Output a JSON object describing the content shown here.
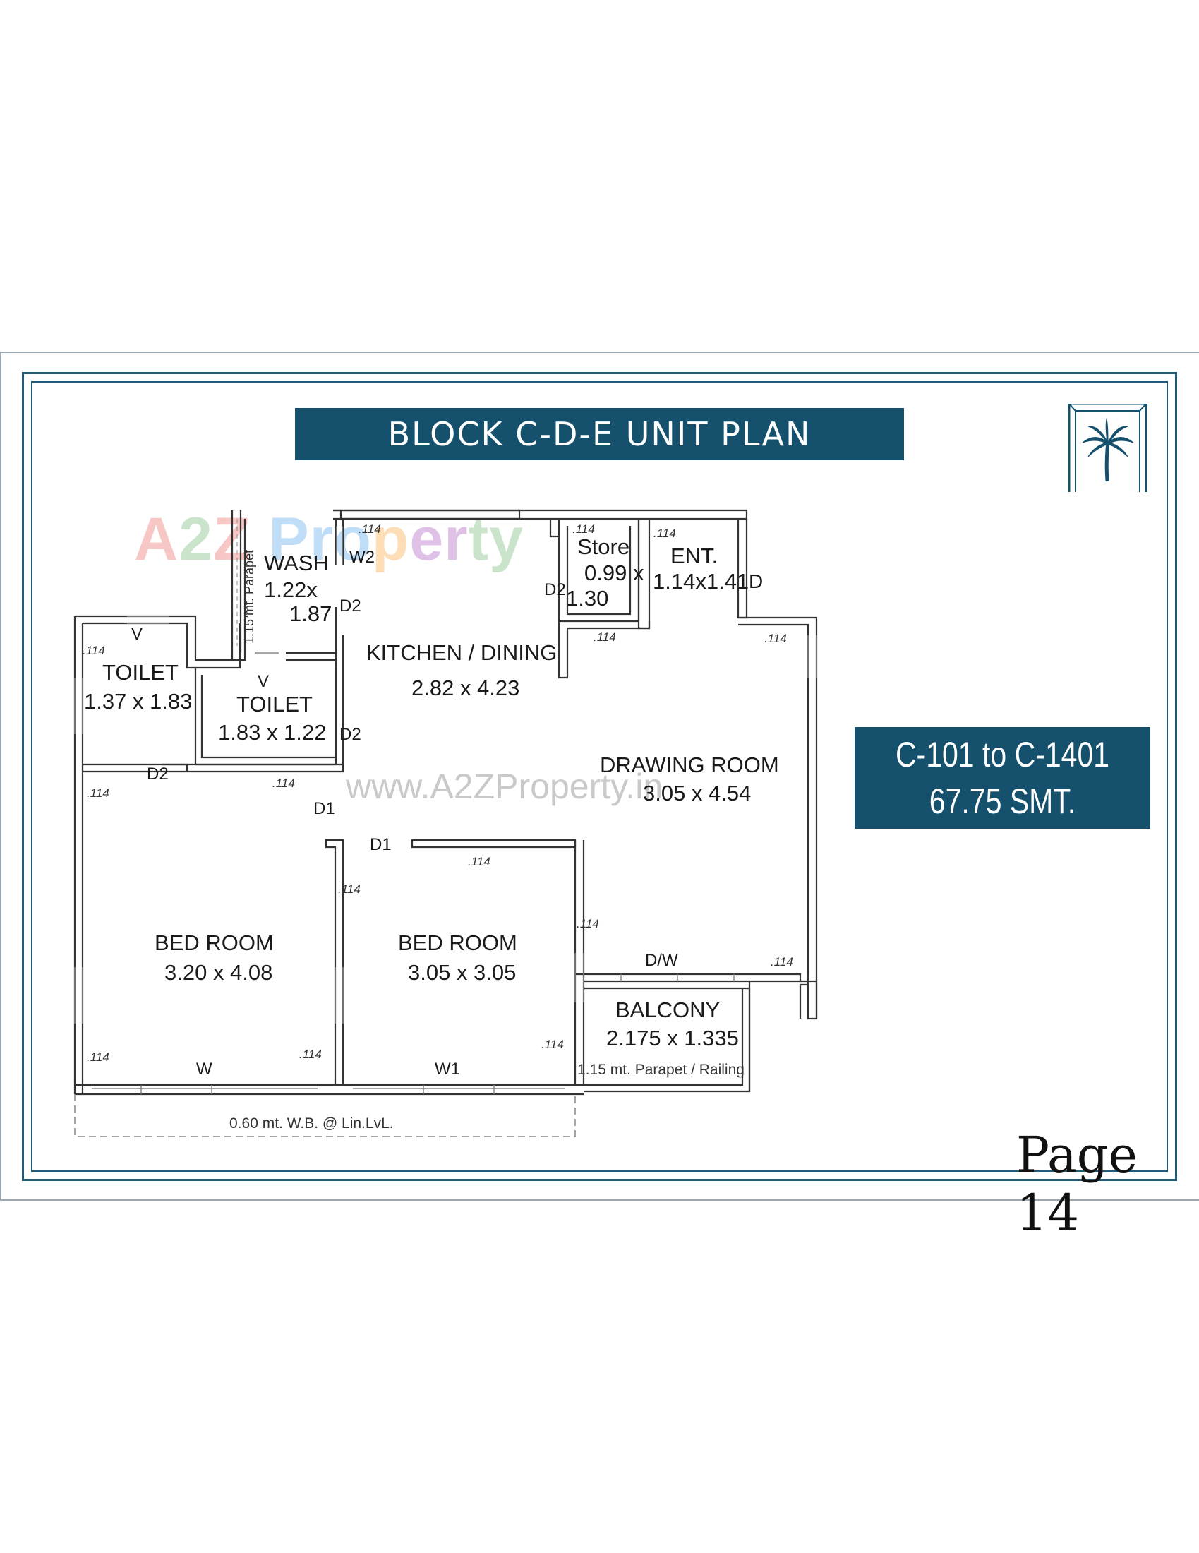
{
  "title": "BLOCK C-D-E UNIT PLAN",
  "unit_info": {
    "range": "C-101 to C-1401",
    "area": "67.75 SMT."
  },
  "page_label": "Page 14",
  "watermark": {
    "logo_text": [
      "A",
      "2",
      "Z",
      " Pro",
      "p",
      "er",
      "ty"
    ],
    "url": "www.A2ZProperty.in"
  },
  "rooms": {
    "wash": {
      "name": "WASH",
      "dim1": "1.22x",
      "dim2": "1.87"
    },
    "store": {
      "name": "Store",
      "dim1": "0.99 x",
      "dim2": "1.30"
    },
    "ent": {
      "name": "ENT.",
      "dim": "1.14x1.41"
    },
    "kitchen": {
      "name": "KITCHEN / DINING",
      "dim": "2.82 x 4.23"
    },
    "toilet1": {
      "name": "TOILET",
      "dim": "1.37 x 1.83"
    },
    "toilet2": {
      "name": "TOILET",
      "dim": "1.83 x 1.22"
    },
    "drawing": {
      "name": "DRAWING ROOM",
      "dim": "3.05 x 4.54"
    },
    "bed1": {
      "name": "BED ROOM",
      "dim": "3.20 x 4.08"
    },
    "bed2": {
      "name": "BED ROOM",
      "dim": "3.05 x 3.05"
    },
    "balcony": {
      "name": "BALCONY",
      "dim": "2.175 x 1.335"
    }
  },
  "openings": {
    "w2": "W2",
    "d2_wash": "D2",
    "d2_store": "D2",
    "d_ent": "D",
    "v_toilet1": "V",
    "v_toilet2": "V",
    "d2_toilet2": "D2",
    "d2_toilet1": "D2",
    "d1_bed1": "D1",
    "d1_bed2": "D1",
    "dw_balcony": "D/W",
    "w_bed1": "W",
    "w1_bed2": "W1"
  },
  "wall_thickness": ".114",
  "notes": {
    "wash_parapet": "1.15 mt. Parapet",
    "balcony_parapet": "1.15 mt. Parapet / Railing",
    "wb": "0.60 mt. W.B. @ Lin.LvL."
  },
  "colors": {
    "accent": "#15506d",
    "frame": "#1f5a78"
  }
}
